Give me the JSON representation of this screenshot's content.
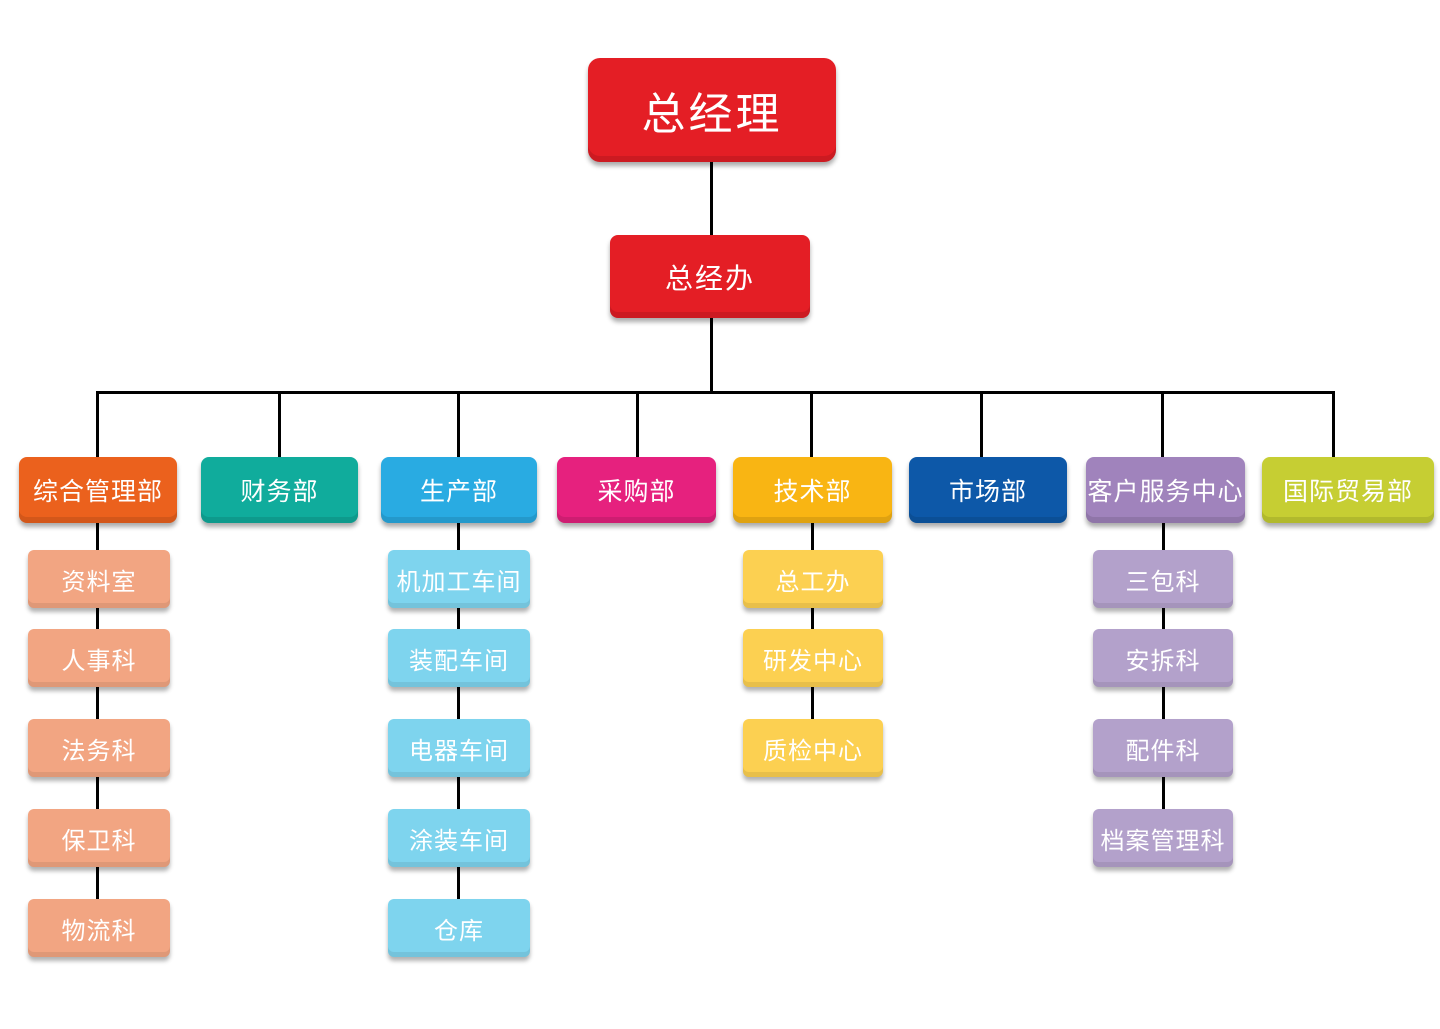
{
  "chart": {
    "type": "org-chart",
    "root": {
      "label": "总经理"
    },
    "office": {
      "label": "总经办"
    },
    "root_color": "#e41e25",
    "line_color": "#000000",
    "departments": [
      {
        "label": "综合管理部",
        "color": "#eb611d",
        "child_color": "#f2a582",
        "children": [
          "资料室",
          "人事科",
          "法务科",
          "保卫科",
          "物流科"
        ]
      },
      {
        "label": "财务部",
        "color": "#10ac9c",
        "children": []
      },
      {
        "label": "生产部",
        "color": "#29abe2",
        "child_color": "#7ed4ee",
        "children": [
          "机加工车间",
          "装配车间",
          "电器车间",
          "涂装车间",
          "仓库"
        ]
      },
      {
        "label": "采购部",
        "color": "#e6217e",
        "children": []
      },
      {
        "label": "技术部",
        "color": "#f9b513",
        "child_color": "#fcd051",
        "children": [
          "总工办",
          "研发中心",
          "质检中心"
        ]
      },
      {
        "label": "市场部",
        "color": "#0d58a8",
        "children": []
      },
      {
        "label": "客户服务中心",
        "color": "#a083bc",
        "child_color": "#b3a1cb",
        "children": [
          "三包科",
          "安拆科",
          "配件科",
          "档案管理科"
        ]
      },
      {
        "label": "国际贸易部",
        "color": "#c6ce33",
        "children": []
      }
    ]
  }
}
